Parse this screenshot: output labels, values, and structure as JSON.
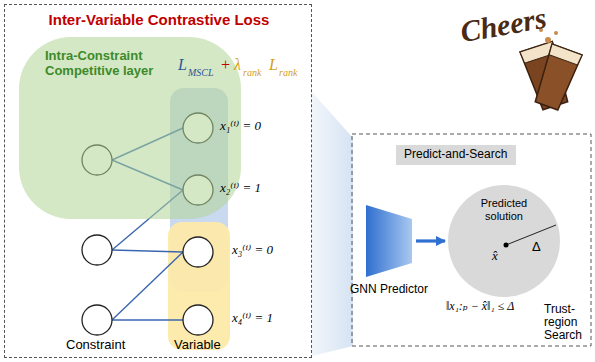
{
  "diagram": {
    "nodes": [
      {
        "text": [
          "Inter-Variable Contrastive Loss"
        ]
      },
      {
        "text": [
          "Intra-Constraint Competitive layer"
        ],
        "in": 0
      },
      {
        "text": [
          "Predict-and-Search"
        ]
      },
      {
        "text": [
          "GNN Predictor"
        ]
      },
      {
        "text": [
          "Predicted solution",
          "x̂",
          "Δ"
        ]
      }
    ],
    "edges": [
      {
        "from": 3,
        "to": 4,
        "arrow": "to"
      }
    ],
    "labels": [
      "Cheers",
      "L",
      "MSCL",
      "+",
      "λ",
      "rank",
      "L",
      "rank",
      "x₁⁽ⁱ⁾ = 0",
      "x₂⁽ⁱ⁾ = 1",
      "x₃⁽ⁱ⁾ = 0",
      "x₄⁽ⁱ⁾ = 1",
      "Constraint",
      "Variable",
      "‖x₁:ₚ − x̂‖₁ ≤ Δ",
      "Trust-region Search"
    ]
  }
}
